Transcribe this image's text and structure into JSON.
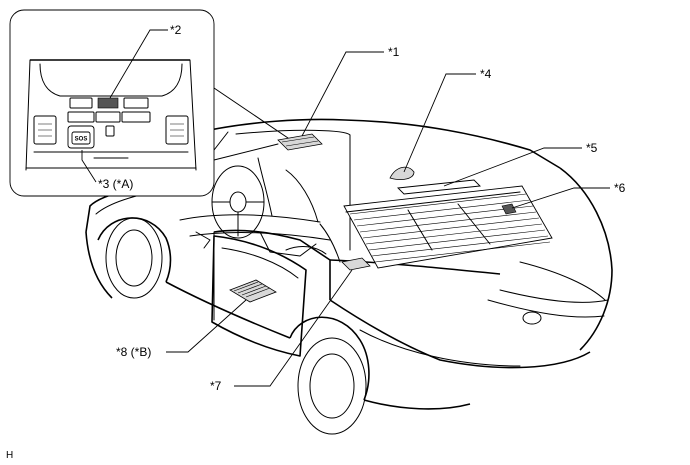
{
  "callouts": {
    "c1": "*1",
    "c2": "*2",
    "c3": "*3 (*A)",
    "c4": "*4",
    "c5": "*5",
    "c6": "*6",
    "c7": "*7",
    "c8": "*8 (*B)"
  },
  "sos_label": "SOS",
  "corner_code": "H"
}
